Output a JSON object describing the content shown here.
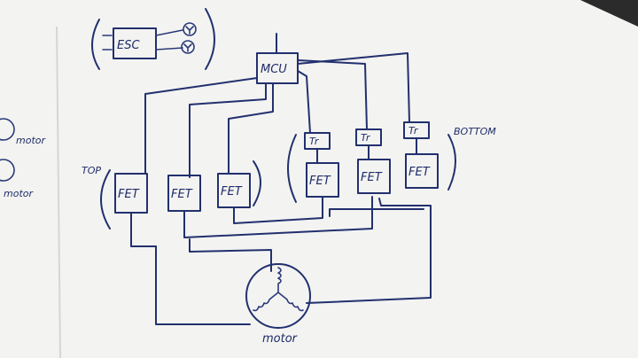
{
  "colors": {
    "paper": "#f4f4f2",
    "ink": "#22306e",
    "background": "#2b2b2b"
  },
  "diagram": {
    "esc_label": "ESC",
    "mcu_label": "MCU",
    "top_label": "TOP",
    "bottom_label": "BOTTOM",
    "motor_label": "motor",
    "left_motor_labels": [
      "motor",
      "motor"
    ],
    "fet_labels": [
      "FET",
      "FET",
      "FET",
      "FET",
      "FET",
      "FET"
    ],
    "tr_labels": [
      "Tr",
      "Tr",
      "Tr"
    ]
  }
}
